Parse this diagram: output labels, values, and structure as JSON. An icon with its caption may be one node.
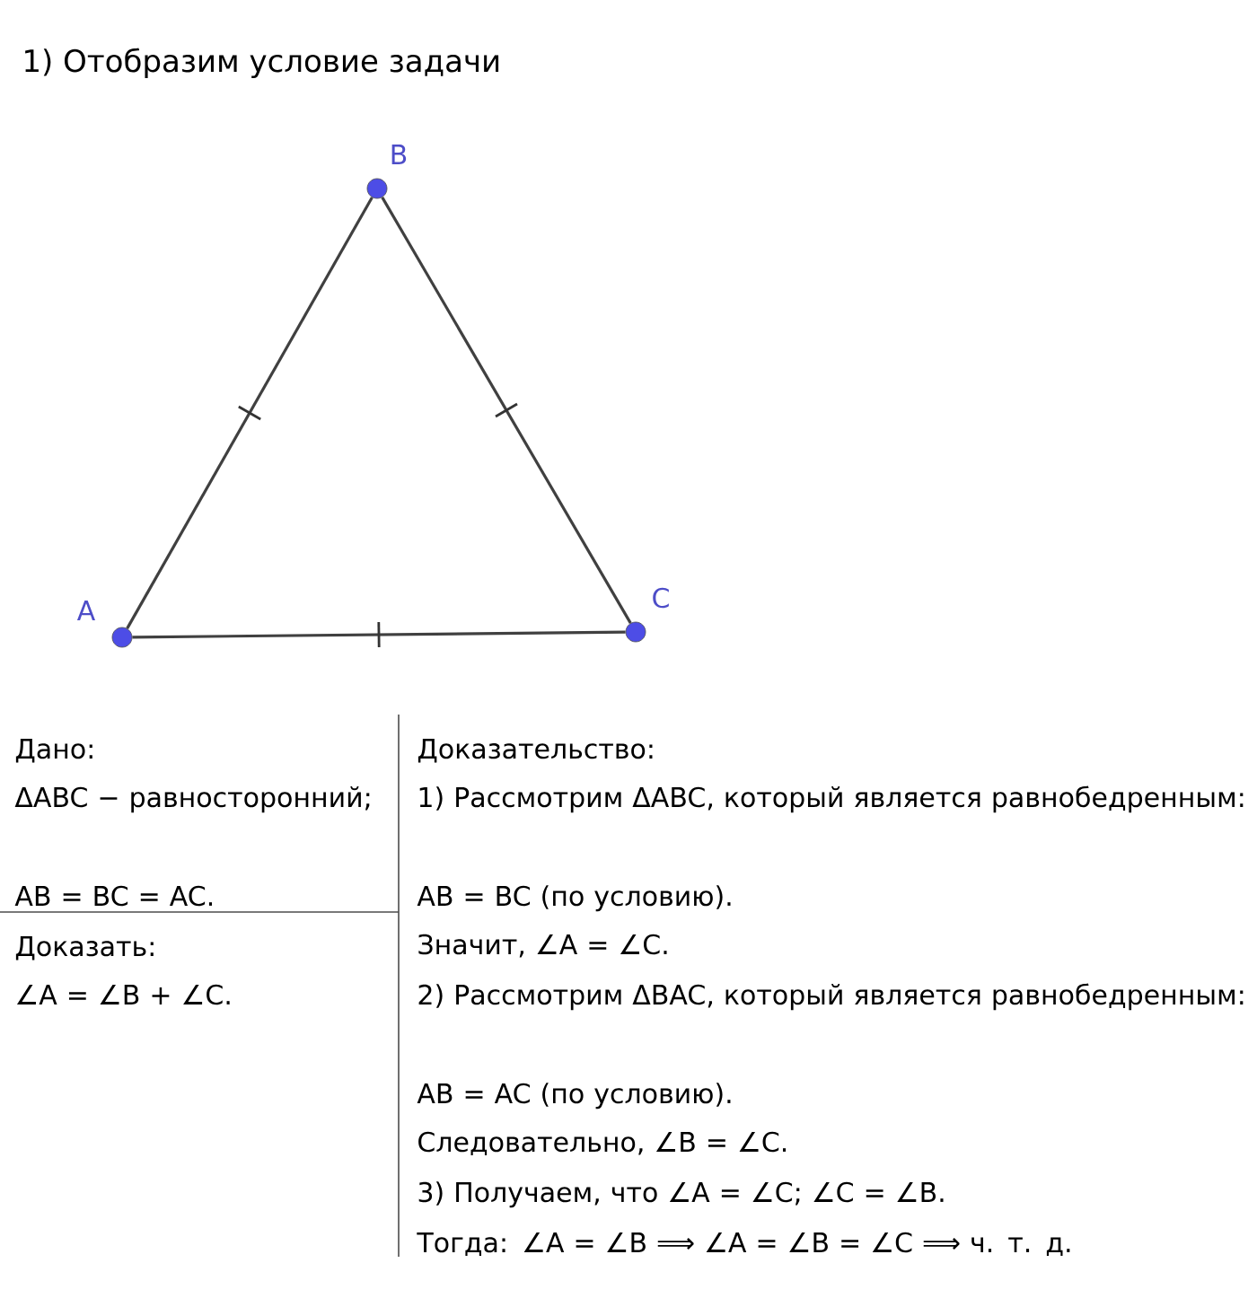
{
  "diagram": {
    "title": "1) Отобразим условие задачи",
    "nodes": [
      {
        "text": [],
        "shape": "circle",
        "beside": [
          "A"
        ]
      },
      {
        "text": [],
        "shape": "circle",
        "beside": [
          "B"
        ]
      },
      {
        "text": [],
        "shape": "circle",
        "beside": [
          "C"
        ]
      }
    ],
    "edges": [
      {
        "from": 0,
        "to": 1,
        "arrow": "none"
      },
      {
        "from": 1,
        "to": 2,
        "arrow": "none"
      },
      {
        "from": 0,
        "to": 2,
        "arrow": "none"
      }
    ],
    "labels": [
      "Дано:",
      "ΔABC − равносторонний;",
      "AB = BC = AC.",
      "Доказать:",
      "∠A = ∠B + ∠C.",
      "Доказательство:",
      "1) Рассмотрим ΔABC, который является равнобедренным:",
      "AB = BC (по условию).",
      "Значит, ∠A = ∠C.",
      "2) Рассмотрим ΔBAC, который является равнобедренным:",
      "AB = AC (по условию).",
      "Следовательно, ∠B = ∠C.",
      "3) Получаем, что ∠A = ∠C;  ∠C = ∠B.",
      "Тогда: ∠A = ∠B ⟹ ∠A = ∠B = ∠C ⟹ ч. т. д."
    ]
  }
}
